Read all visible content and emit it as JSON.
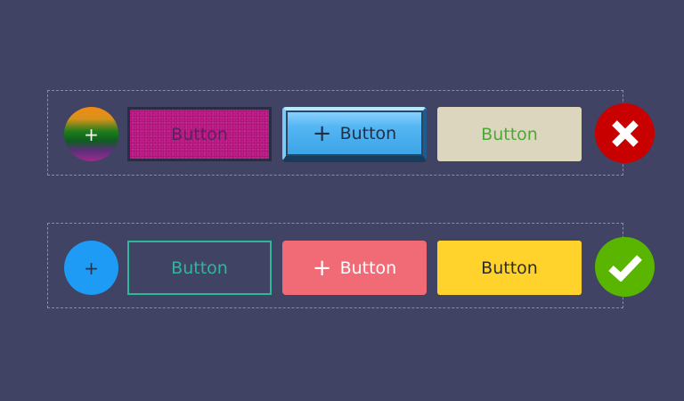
{
  "row1": {
    "circle_button": {
      "symbol": "+"
    },
    "textured_button": {
      "label": "Button"
    },
    "bevel_button": {
      "icon_symbol": "+",
      "label": "Button"
    },
    "flat_button": {
      "label": "Button"
    },
    "status_icon": "close-icon"
  },
  "row2": {
    "circle_button": {
      "symbol": "+"
    },
    "outline_button": {
      "label": "Button"
    },
    "pink_button": {
      "icon_symbol": "+",
      "label": "Button"
    },
    "yellow_button": {
      "label": "Button"
    },
    "status_icon": "check-icon"
  },
  "colors": {
    "background": "#404363",
    "textured_magenta": "#c21b8a",
    "bevel_blue": "#55b6f3",
    "flat_beige": "#ddd6bf",
    "flat_beige_text": "#4aa834",
    "close_red": "#c90000",
    "circle_blue": "#1e9bf5",
    "outline_teal": "#2fb79a",
    "pink": "#f06b76",
    "yellow": "#ffd32c",
    "check_green": "#59b500"
  }
}
